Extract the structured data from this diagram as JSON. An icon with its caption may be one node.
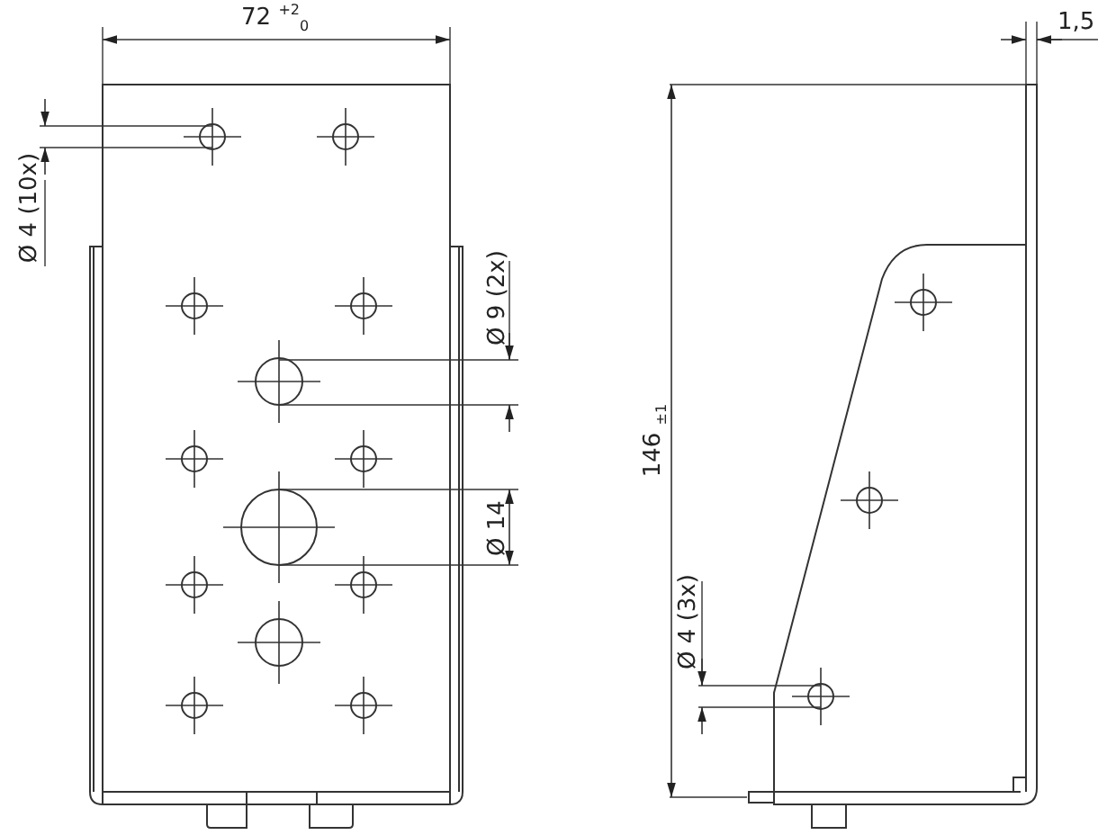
{
  "diagram": {
    "labels": [
      "72 $^{+2}$$_{0}$",
      "1,5",
      "Ø 4 (10x)",
      "Ø 9 (2x)",
      "Ø 14",
      "146 $_{±1}$",
      "Ø 4 (3x)"
    ]
  }
}
